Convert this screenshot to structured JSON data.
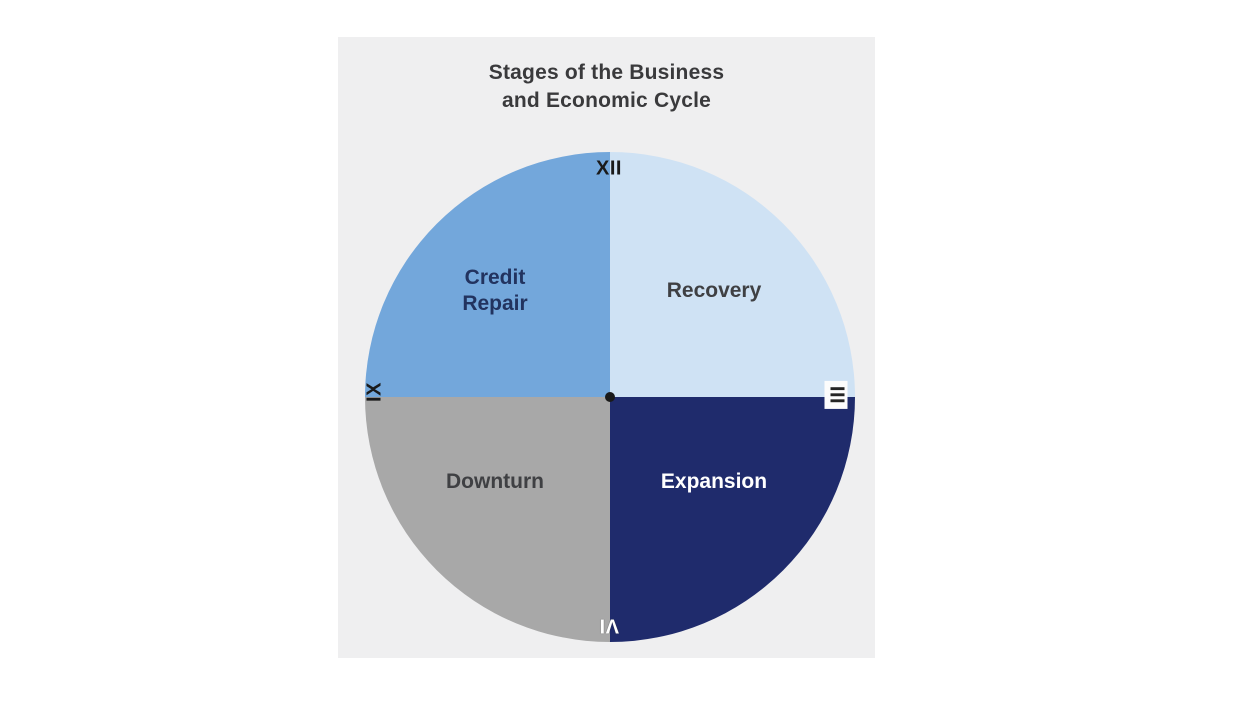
{
  "page": {
    "background": "#ffffff",
    "panel_background": "#efeff0"
  },
  "title": {
    "line1": "Stages of the Business",
    "line2": "and Economic Cycle",
    "color": "#3a3a3c"
  },
  "chart_data": {
    "type": "pie",
    "title": "Stages of the Business and Economic Cycle",
    "legend_position": "none",
    "style": "clock-face with four equal quadrants",
    "segments": [
      {
        "label": "Recovery",
        "position": "top-right",
        "clock_span": "XII to III",
        "value": 25,
        "color": "#cfe2f4",
        "label_color": "#3f4043"
      },
      {
        "label": "Expansion",
        "position": "bottom-right",
        "clock_span": "III to VI",
        "value": 25,
        "color": "#1f2b6c",
        "label_color": "#ffffff"
      },
      {
        "label": "Downturn",
        "position": "bottom-left",
        "clock_span": "VI to IX",
        "value": 25,
        "color": "#a8a8a8",
        "label_color": "#3f4043"
      },
      {
        "label": "Credit Repair",
        "position": "top-left",
        "clock_span": "IX to XII",
        "value": 25,
        "color": "#73a7db",
        "label_color": "#22335f"
      }
    ],
    "clock_numerals": [
      {
        "label": "XII",
        "position": "top"
      },
      {
        "label": "III",
        "position": "right"
      },
      {
        "label": "VI",
        "position": "bottom"
      },
      {
        "label": "IX",
        "position": "left"
      }
    ],
    "center_dot_color": "#1a1a1a"
  }
}
